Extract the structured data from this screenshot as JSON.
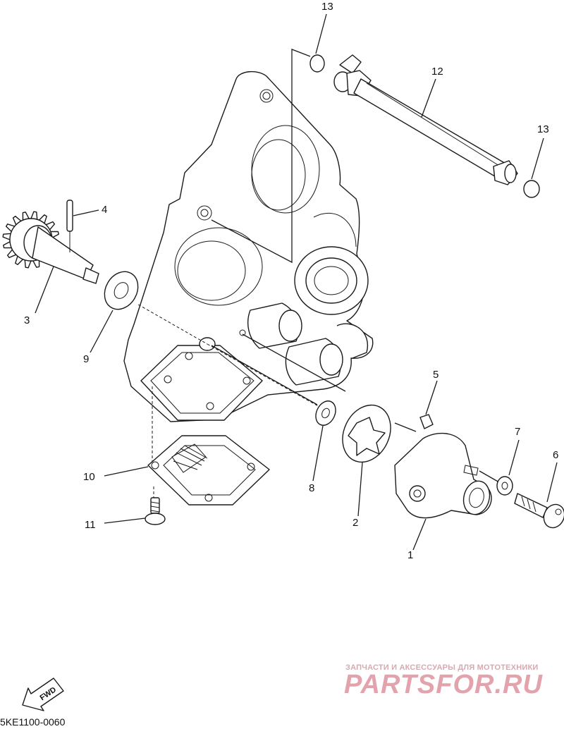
{
  "callouts": {
    "c1": "1",
    "c2": "2",
    "c3": "3",
    "c4": "4",
    "c5": "5",
    "c6": "6",
    "c7": "7",
    "c8": "8",
    "c9": "9",
    "c10": "10",
    "c11": "11",
    "c12": "12",
    "c13a": "13",
    "c13b": "13"
  },
  "fwd_label": "FWD",
  "diagram_code": "5KE1100-0060",
  "watermark": {
    "subtitle": "ЗАПЧАСТИ И АКСЕССУАРЫ ДЛЯ МОТОТЕХНИКИ",
    "brand": "PARTSFOR.RU"
  },
  "colors": {
    "line": "#1a1a1a",
    "watermark": "#e3a3ad"
  }
}
